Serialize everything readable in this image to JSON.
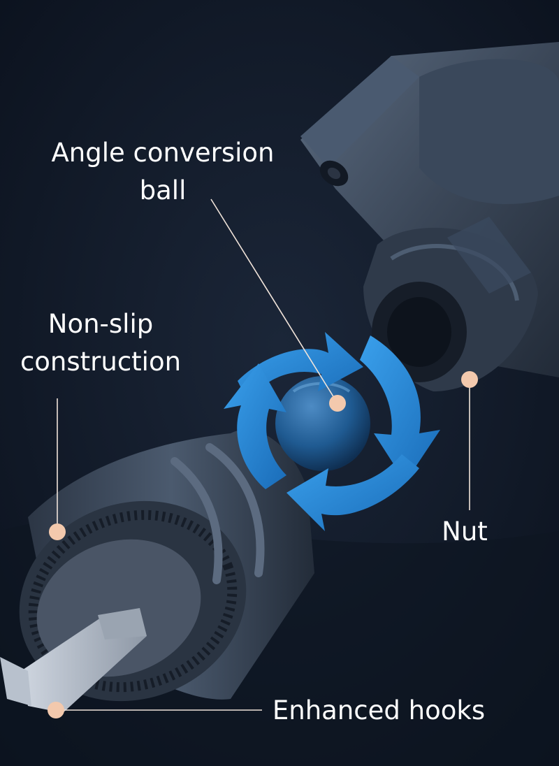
{
  "callouts": {
    "angle_ball": {
      "line1": "Angle conversion",
      "line2": "ball"
    },
    "non_slip": {
      "line1": "Non-slip",
      "line2": "construction"
    },
    "nut": "Nut",
    "hooks": "Enhanced hooks"
  },
  "colors": {
    "background": "#0c1422",
    "product": "#3a4657",
    "accent_blue": "#2a87d4",
    "pointer_dot": "#f3c9ad"
  }
}
